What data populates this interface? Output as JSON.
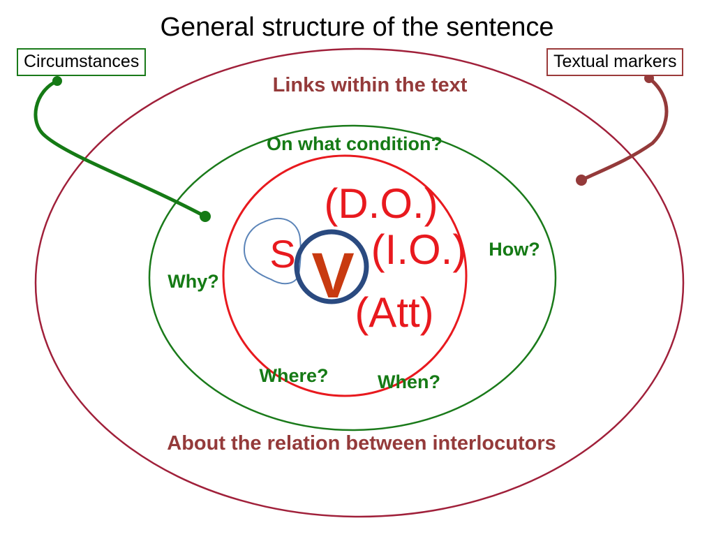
{
  "title": "General structure of the sentence",
  "boxes": {
    "circumstances": "Circumstances",
    "textual_markers": "Textual markers"
  },
  "outer_ring": {
    "top_label": "Links within the text",
    "bottom_label": "About the relation between interlocutors"
  },
  "middle_ring": {
    "top_label": "On what condition?",
    "how": "How?",
    "why": "Why?",
    "where": "Where?",
    "when": "When?"
  },
  "inner_ring": {
    "do": "(D.O.)",
    "io": "(I.O.)",
    "att": "(Att)",
    "subject": "S",
    "verb": "V"
  },
  "colors": {
    "outer": "#a0203a",
    "middle": "#1a7a1a",
    "inner": "#e8191e",
    "verb_circle": "#2a4a80",
    "verb_letter": "#c83a10",
    "subject_blob": "#5b84b8",
    "maroon_text": "#943a3a",
    "green_text": "#157a15"
  }
}
